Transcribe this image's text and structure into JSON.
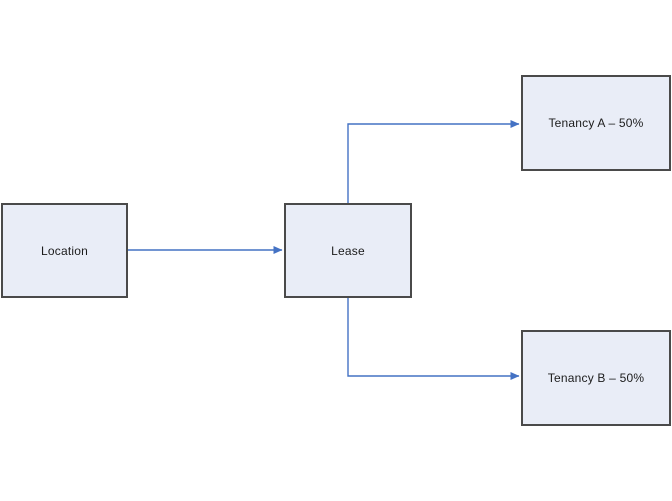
{
  "diagram": {
    "colors": {
      "background": "#ffffff",
      "node_fill": "#e9edf7",
      "node_border": "#4a4a4a",
      "connector": "#4472c4",
      "text": "#1c1c1c"
    },
    "nodes": [
      {
        "id": "location",
        "label": "Location"
      },
      {
        "id": "lease",
        "label": "Lease"
      },
      {
        "id": "tenancy-a",
        "label": "Tenancy A – 50%"
      },
      {
        "id": "tenancy-b",
        "label": "Tenancy B – 50%"
      }
    ],
    "edges": [
      {
        "from": "location",
        "to": "lease"
      },
      {
        "from": "lease",
        "to": "tenancy-a"
      },
      {
        "from": "lease",
        "to": "tenancy-b"
      }
    ]
  }
}
